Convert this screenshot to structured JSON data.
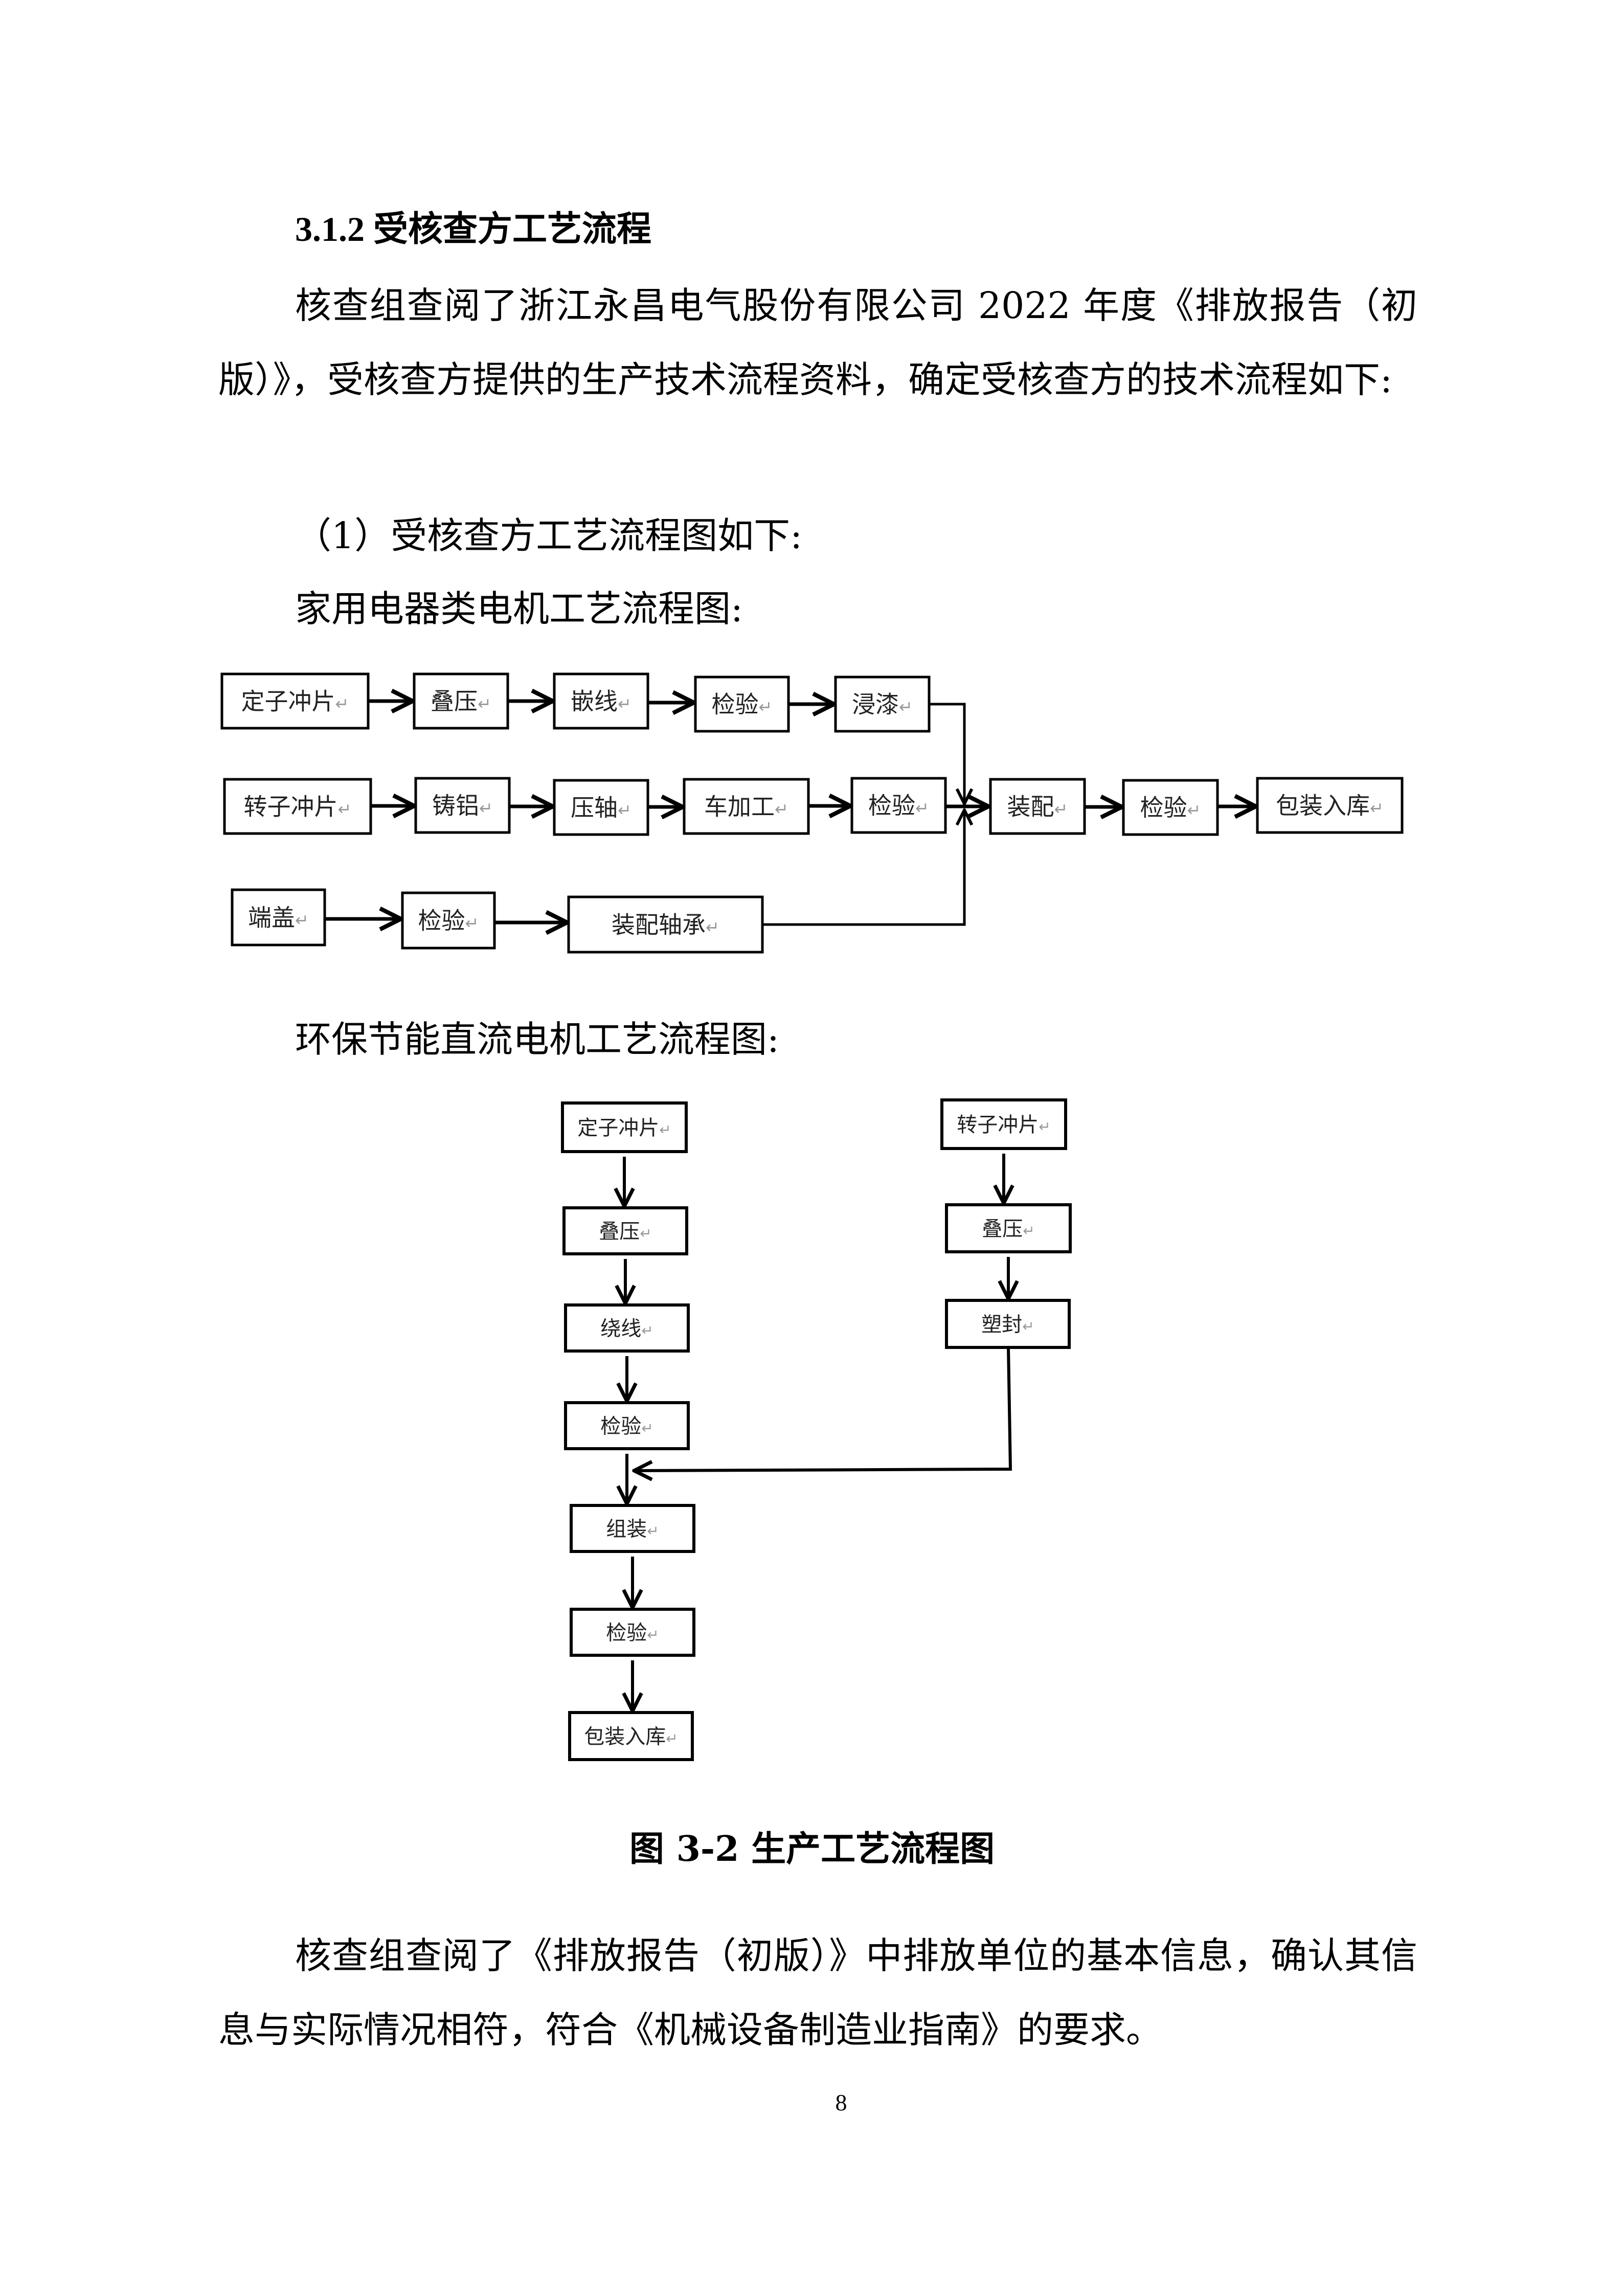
{
  "heading": "3.1.2  受核查方工艺流程",
  "para1": "核查组查阅了浙江永昌电气股份有限公司 2022 年度《排放报告（初版）》，受核查方提供的生产技术流程资料，确定受核查方的技术流程如下:",
  "step1": "（1）受核查方工艺流程图如下:",
  "sub1": "家用电器类电机工艺流程图:",
  "diagram1": {
    "nodes": [
      "定子冲片",
      "叠压",
      "嵌线",
      "检验",
      "浸漆",
      "转子冲片",
      "铸铝",
      "压轴",
      "车加工",
      "检验",
      "装配",
      "检验",
      "包装入库",
      "端盖",
      "检验",
      "装配轴承"
    ]
  },
  "sub2": "环保节能直流电机工艺流程图:",
  "diagram2": {
    "nodes": [
      "定子冲片",
      "叠压",
      "绕线",
      "检验",
      "组装",
      "检验",
      "包装入库",
      "转子冲片",
      "叠压",
      "塑封"
    ]
  },
  "caption": "图 3-2    生产工艺流程图",
  "para2": "核查组查阅了《排放报告（初版）》中排放单位的基本信息，确认其信息与实际情况相符，符合《机械设备制造业指南》的要求。",
  "page_number": "8"
}
